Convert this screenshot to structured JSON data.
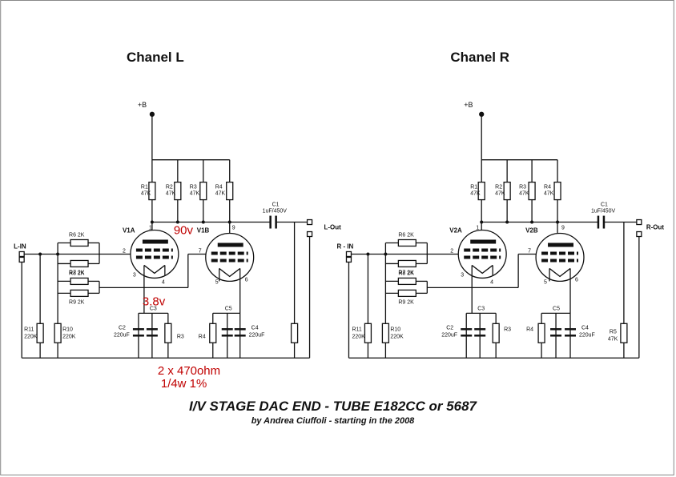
{
  "channels": {
    "left": {
      "title": "Chanel L"
    },
    "right": {
      "title": "Chanel R"
    }
  },
  "supply_label": "+B",
  "resistors": {
    "r1": [
      "R1",
      "47K"
    ],
    "r2": [
      "R2",
      "47K"
    ],
    "r3": [
      "R3",
      "47K"
    ],
    "r4": [
      "R4",
      "47K"
    ],
    "r6": "R6 2K",
    "r7": "R7 2K",
    "r8": "R8 2K",
    "r9": "R9 2K",
    "r10": [
      "R10",
      "220K"
    ],
    "r11": [
      "R11",
      "220K"
    ],
    "r3b": "R3",
    "r4b": "R4",
    "r5": [
      "R5",
      "47K"
    ]
  },
  "capacitors": {
    "c1": [
      "C1",
      "1uF/450V"
    ],
    "c2": [
      "C2",
      "220uF"
    ],
    "c3": "C3",
    "c4": [
      "C4",
      "220uF"
    ],
    "c5": "C5"
  },
  "tubes": {
    "left": [
      "V1A",
      "V1B"
    ],
    "right": [
      "V2A",
      "V2B"
    ]
  },
  "pins": {
    "p1": "1",
    "p2": "2",
    "p3": "3",
    "p4": "4",
    "p5": "5",
    "p6": "6",
    "p7": "7",
    "p9": "9"
  },
  "io": {
    "l_in": "L-IN",
    "l_out": "L-Out",
    "r_in": "R - IN",
    "r_out": "R-Out"
  },
  "annotations": {
    "plate_voltage": "90v",
    "cathode_voltage": "3.8v",
    "resistor_note_1": "2 x 470ohm",
    "resistor_note_2": "1/4w 1%"
  },
  "footer": {
    "title": "I/V STAGE DAC  END - TUBE E182CC or 5687",
    "subtitle": "by Andrea Ciuffoli - starting in the 2008"
  }
}
